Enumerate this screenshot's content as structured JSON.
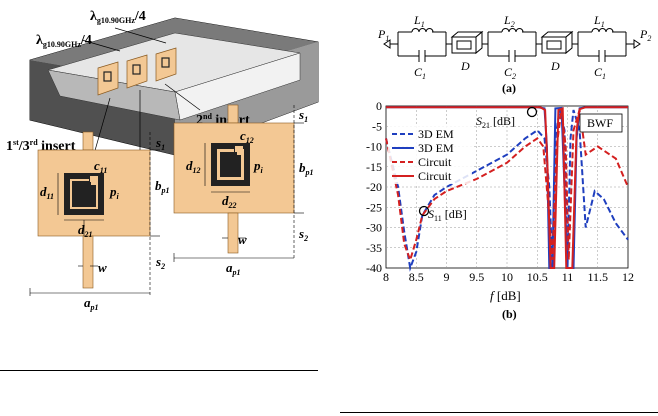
{
  "figure_left": {
    "lambda_label_1": "λ",
    "lambda_sub_1": "g10.90GHz",
    "lambda_suffix_1": "/4",
    "lambda_label_2": "λ",
    "lambda_sub_2": "g10.90GHz",
    "lambda_suffix_2": "/4",
    "insert_13_label_a": "1",
    "insert_13_sup_a": "st",
    "insert_13_label_b": "/3",
    "insert_13_sup_b": "rd",
    "insert_13_label_c": " insert",
    "insert_2_label": "2",
    "insert_2_sup": "nd",
    "insert_2_label_b": " insert",
    "dims_left": {
      "c": "c",
      "c_sub": "11",
      "d11": "d",
      "d11_sub": "11",
      "d21": "d",
      "d21_sub": "21",
      "p": "p",
      "p_sub": "i",
      "b": "b",
      "b_sub": "p1",
      "a": "a",
      "a_sub": "p1",
      "s1": "s",
      "s1_sub": "1",
      "s2": "s",
      "s2_sub": "2",
      "w": "w"
    },
    "dims_right": {
      "c": "c",
      "c_sub": "12",
      "d12": "d",
      "d12_sub": "12",
      "d22": "d",
      "d22_sub": "22",
      "p": "p",
      "p_sub": "i",
      "b": "b",
      "b_sub": "p1",
      "a": "a",
      "a_sub": "p1",
      "s1": "s",
      "s1_sub": "1",
      "s2": "s",
      "s2_sub": "2",
      "w": "w"
    }
  },
  "figure_circuit": {
    "p1": "P",
    "p1_sub": "1",
    "p2": "P",
    "p2_sub": "2",
    "l1": "L",
    "l1_sub": "1",
    "c1": "C",
    "c1_sub": "1",
    "l2": "L",
    "l2_sub": "2",
    "c2": "C",
    "c2_sub": "2",
    "l3": "L",
    "l3_sub": "1",
    "c3": "C",
    "c3_sub": "1",
    "d_a": "D",
    "d_b": "D",
    "caption": "(a)"
  },
  "chart_data": {
    "type": "line",
    "xlabel_main": "f",
    "xlabel_unit": " [dB]",
    "xlim": [
      8,
      12
    ],
    "ylim": [
      -40,
      0
    ],
    "xticks": [
      "8",
      "8.5",
      "9",
      "9.5",
      "10",
      "10.5",
      "11",
      "11.5",
      "12"
    ],
    "yticks": [
      "0",
      "-5",
      "-10",
      "-15",
      "-20",
      "-25",
      "-30",
      "-35",
      "-40"
    ],
    "grid": true,
    "legend_position": "top-left",
    "box_label": "BWF",
    "annotation_s21_main": "S",
    "annotation_s21_sub": "21",
    "annotation_s21_unit": " [dB]",
    "annotation_s11_main": "S",
    "annotation_s11_sub": "11",
    "annotation_s11_unit": " [dB]",
    "caption": "(b)",
    "series": [
      {
        "name": "3D EM",
        "color": "#1f3fbf",
        "dash": "dash",
        "metric": "S11",
        "x": [
          8.0,
          8.2,
          8.3,
          8.4,
          8.5,
          8.6,
          8.8,
          9.0,
          9.5,
          10.0,
          10.3,
          10.5,
          10.62,
          10.7,
          10.75,
          10.8,
          10.87,
          10.95,
          11.0,
          11.05,
          11.1,
          11.2,
          11.3,
          11.45,
          11.6,
          11.8,
          12.0
        ],
        "y": [
          -8,
          -20,
          -31,
          -40,
          -36,
          -27,
          -22,
          -20,
          -16,
          -12,
          -8,
          -6,
          -8,
          -20,
          -40,
          -8,
          -1,
          -6,
          -40,
          -8,
          -1,
          -6,
          -30,
          -21,
          -23,
          -29,
          -33
        ]
      },
      {
        "name": "3D EM",
        "color": "#1f3fbf",
        "dash": "solid",
        "metric": "S21",
        "x": [
          8.0,
          10.0,
          10.5,
          10.62,
          10.66,
          10.7,
          10.75,
          10.8,
          10.9,
          11.0,
          11.05,
          11.1,
          11.15,
          11.2,
          11.3,
          12.0
        ],
        "y": [
          -0.3,
          -0.3,
          -0.3,
          -0.6,
          -10,
          -40,
          -40,
          -0.6,
          -0.5,
          -40,
          -40,
          -40,
          -8,
          -0.6,
          -0.3,
          -0.3
        ]
      },
      {
        "name": "Circuit",
        "color": "#d42020",
        "dash": "dash",
        "metric": "S11",
        "x": [
          8.0,
          8.2,
          8.3,
          8.4,
          8.5,
          8.6,
          8.8,
          9.0,
          9.5,
          10.0,
          10.3,
          10.5,
          10.6,
          10.68,
          10.75,
          10.82,
          10.9,
          10.97,
          11.02,
          11.1,
          11.2,
          11.3,
          11.5,
          11.8,
          12.0
        ],
        "y": [
          -8,
          -22,
          -34,
          -38,
          -33,
          -27,
          -23,
          -21,
          -18,
          -14,
          -10,
          -8,
          -10,
          -24,
          -38,
          -10,
          -1,
          -10,
          -38,
          -6,
          -1,
          -12,
          -10,
          -13,
          -20
        ]
      },
      {
        "name": "Circuit",
        "color": "#d42020",
        "dash": "solid",
        "metric": "S21",
        "x": [
          8.0,
          10.0,
          10.55,
          10.63,
          10.67,
          10.72,
          10.78,
          10.85,
          10.92,
          10.98,
          11.02,
          11.08,
          11.15,
          11.2,
          11.3,
          12.0
        ],
        "y": [
          -0.3,
          -0.3,
          -0.3,
          -1,
          -15,
          -40,
          -40,
          -1,
          -0.6,
          -40,
          -40,
          -40,
          -6,
          -0.8,
          -0.3,
          -0.3
        ]
      }
    ]
  }
}
